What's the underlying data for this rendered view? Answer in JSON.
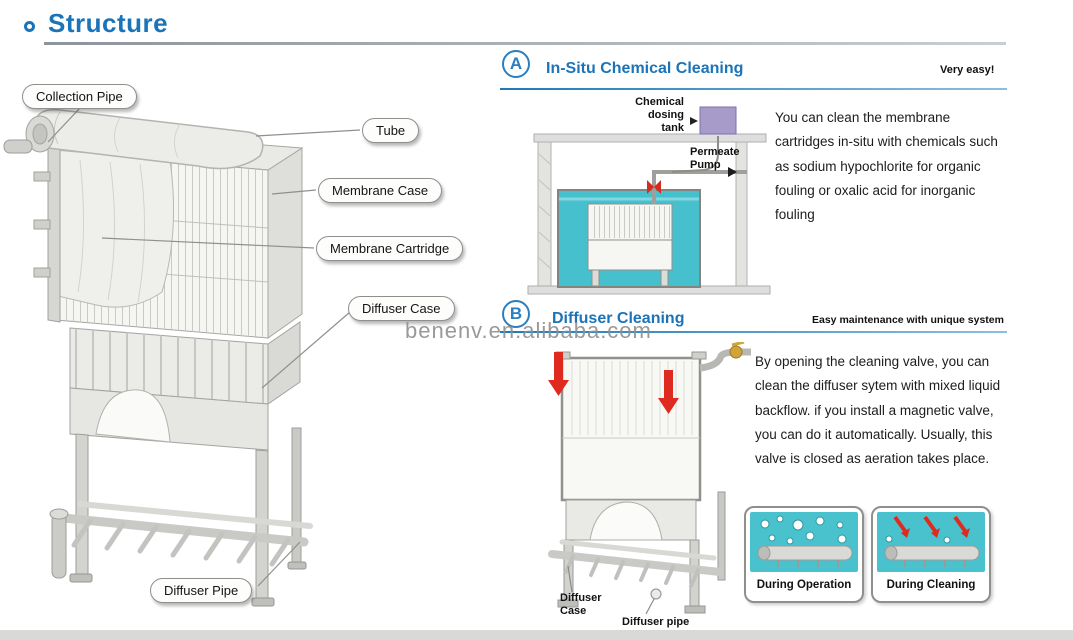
{
  "page": {
    "title": "Structure",
    "watermark": "benenv.en.alibaba.com"
  },
  "colors": {
    "accent_blue": "#1b74b8",
    "teal": "#45c0cc",
    "red": "#df2b1f",
    "purple": "#a79bc9"
  },
  "module": {
    "labels": {
      "collection_pipe": "Collection Pipe",
      "tube": "Tube",
      "membrane_case": "Membrane Case",
      "membrane_cartridge": "Membrane Cartridge",
      "diffuser_case": "Diffuser Case",
      "diffuser_pipe": "Diffuser Pipe"
    }
  },
  "section_a": {
    "badge": "A",
    "title": "In-Situ Chemical Cleaning",
    "tagline": "Very easy!",
    "labels": {
      "chemical_dosing_tank": "Chemical\ndosing\ntank",
      "permeate_pump": "Permeate\nPump"
    },
    "body": "You can clean the membrane cartridges in-situ with chemicals such as sodium hypochlorite for organic fouling or oxalic acid for inorganic fouling"
  },
  "section_b": {
    "badge": "B",
    "title": "Diffuser Cleaning",
    "tagline": "Easy maintenance with unique system",
    "labels": {
      "diffuser_case": "Diffuser\nCase",
      "diffuser_pipe": "Diffuser pipe"
    },
    "body": "By opening the cleaning valve, you can clean the diffuser sytem with mixed liquid backflow. if you install a magnetic valve, you can do it automatically. Usually, this valve is closed as aeration takes place.",
    "insets": [
      {
        "label": "During Operation"
      },
      {
        "label": "During Cleaning"
      }
    ]
  }
}
